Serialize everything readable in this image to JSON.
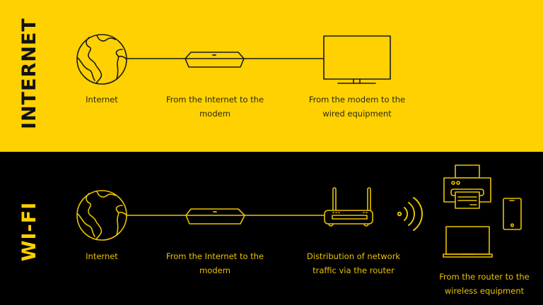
{
  "colors": {
    "yellow": "#FFD100",
    "black": "#000000",
    "line_dark": "#1a1a1a",
    "line_yellow": "#FFD100"
  },
  "internet_section": {
    "title": "INTERNET",
    "steps": [
      {
        "icon": "globe-icon",
        "label_lines": [
          "Internet"
        ]
      },
      {
        "icon": "modem-icon",
        "label_lines": [
          "From the Internet to the",
          "modem"
        ]
      },
      {
        "icon": "monitor-icon",
        "label_lines": [
          "From the modem to the",
          "wired equipment"
        ]
      }
    ]
  },
  "wifi_section": {
    "title": "WI-FI",
    "steps": [
      {
        "icon": "globe-icon",
        "label_lines": [
          "Internet"
        ]
      },
      {
        "icon": "modem-icon",
        "label_lines": [
          "From the Internet to the",
          "modem"
        ]
      },
      {
        "icon": "router-icon",
        "label_lines": [
          "Distribution of network",
          "traffic via the router"
        ]
      },
      {
        "icon": "wifi-signal-icon",
        "label_lines": []
      },
      {
        "icon": "wireless-devices-icon",
        "devices": [
          "printer",
          "smartphone",
          "laptop"
        ],
        "label_lines": [
          "From the router to the",
          "wireless equipment"
        ]
      }
    ]
  }
}
